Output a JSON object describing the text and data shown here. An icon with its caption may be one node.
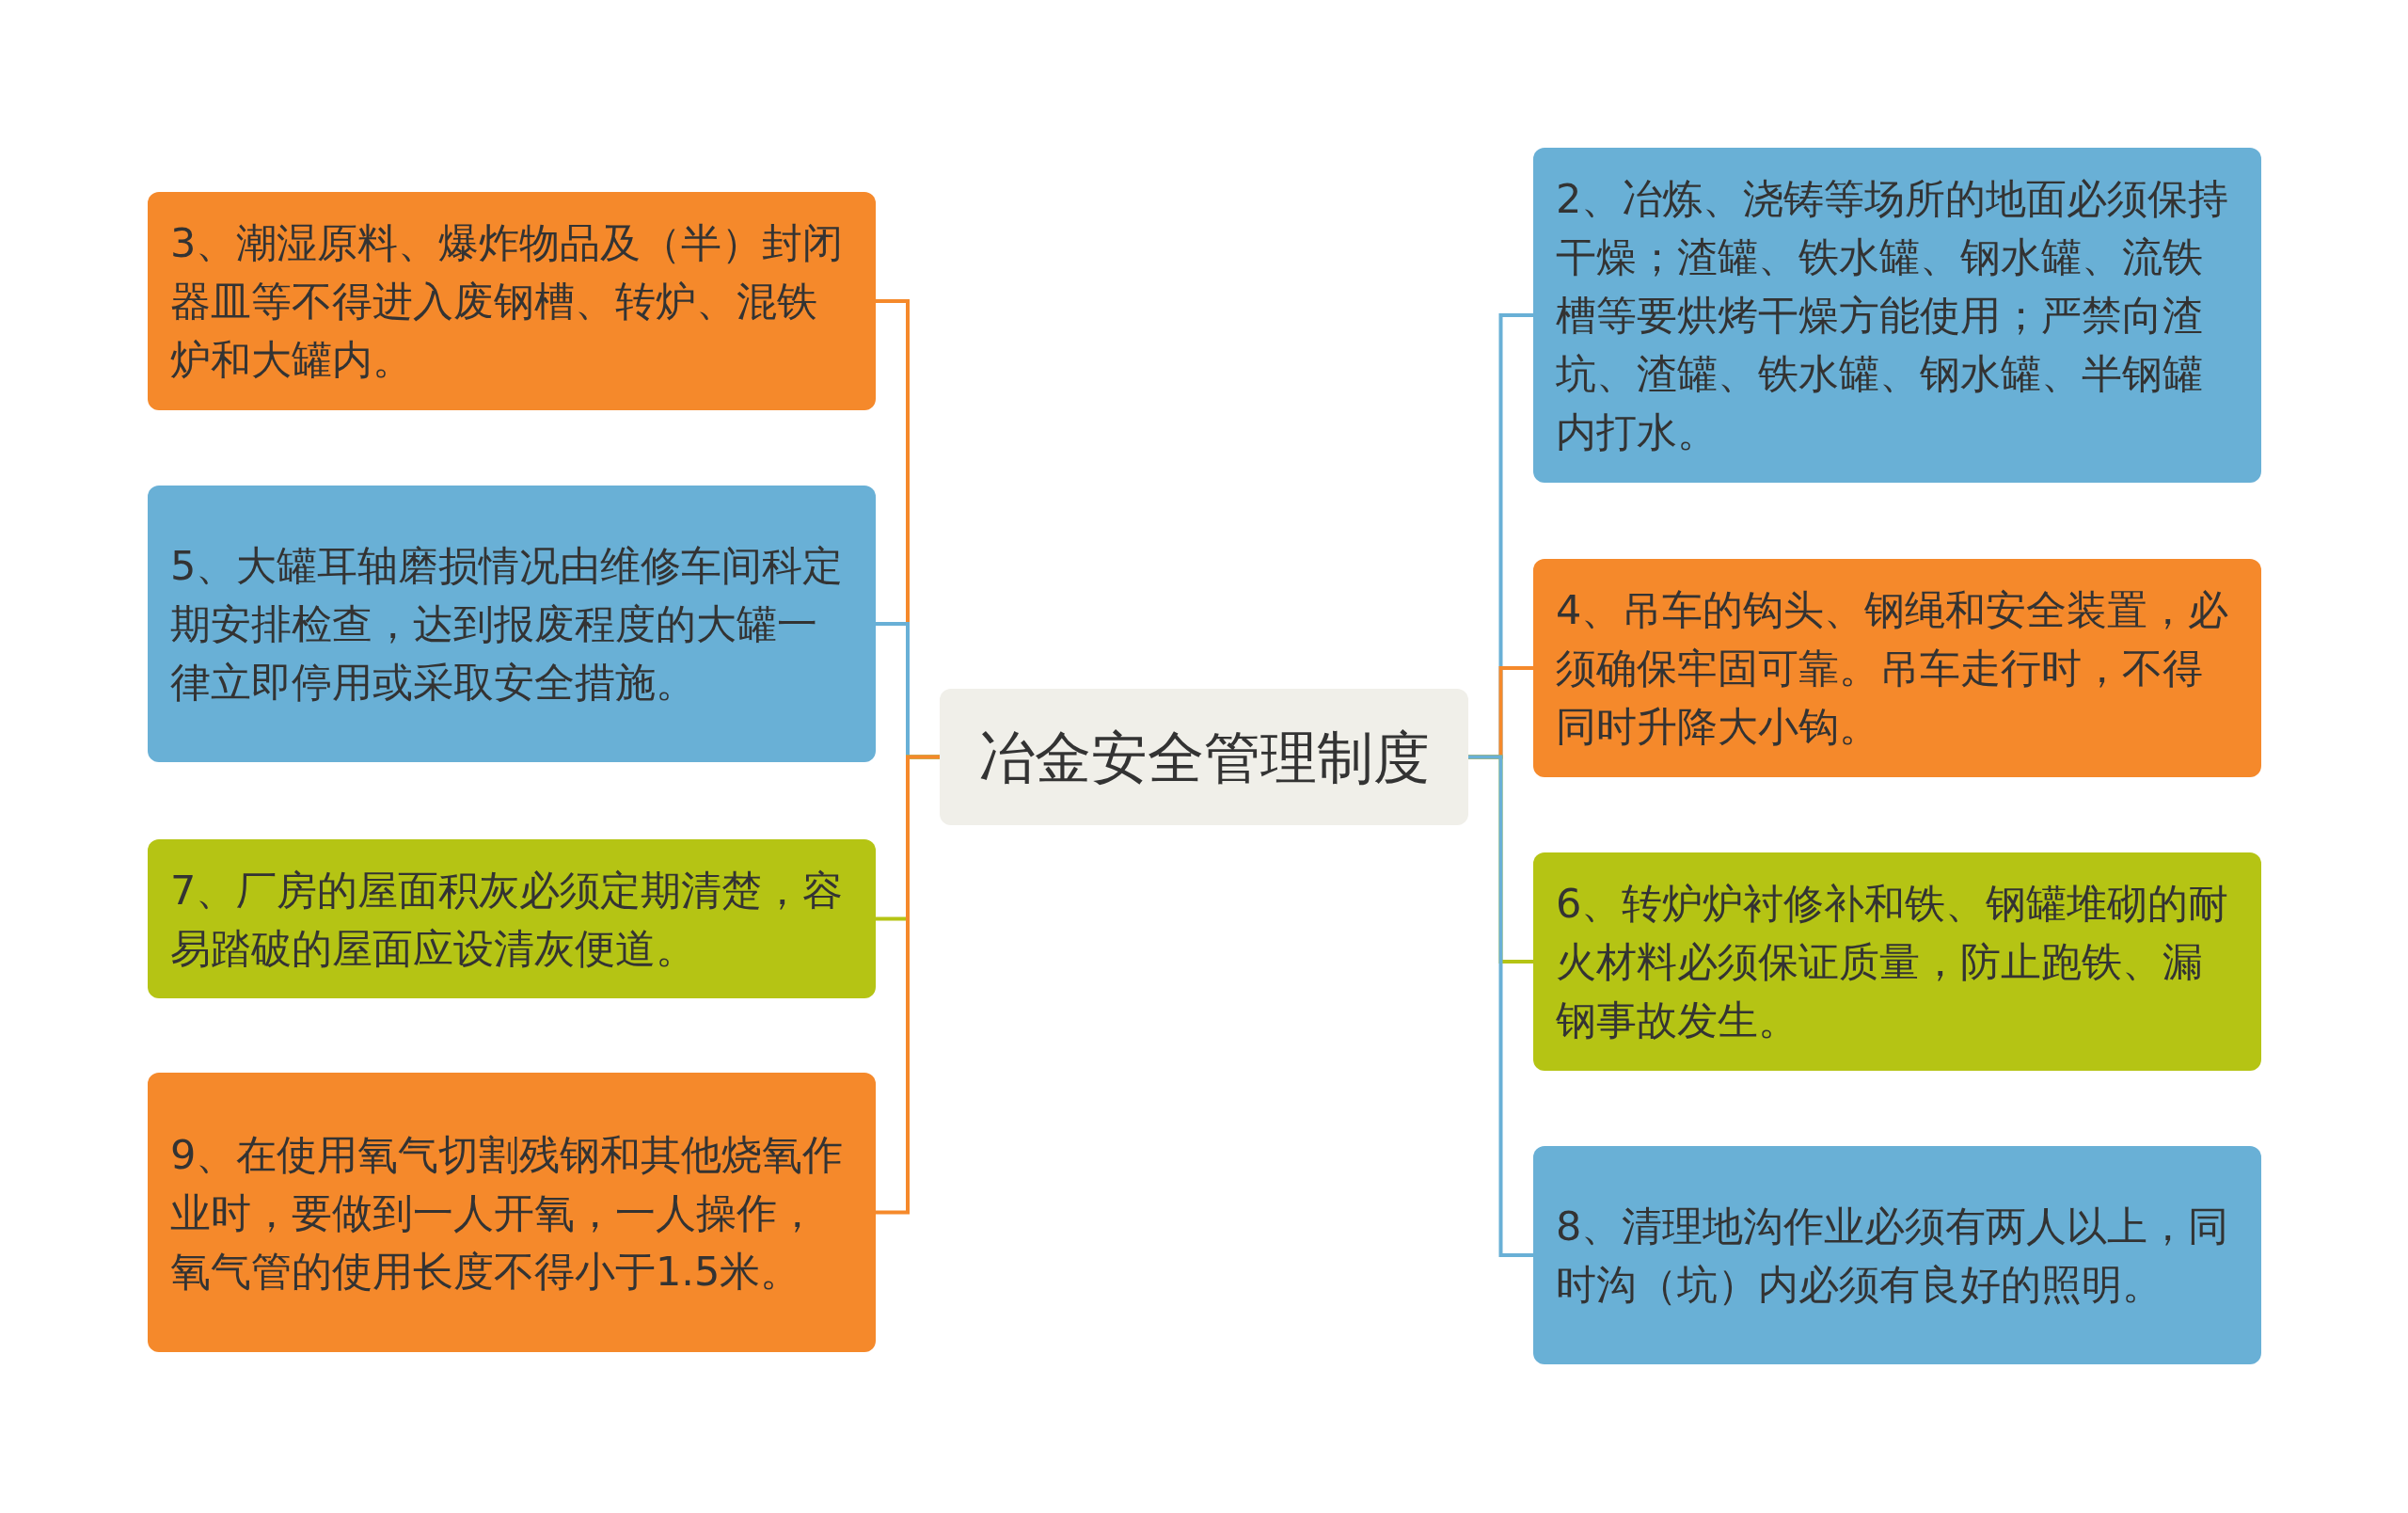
{
  "diagram": {
    "nodes": [
      {
        "text": [
          "冶金安全管理制度"
        ]
      },
      {
        "text": [
          "3、潮湿原料、爆炸物品及（半）封闭器皿等不得进入废钢槽、转炉、混铁炉和大罐内。"
        ]
      },
      {
        "text": [
          "5、大罐耳轴磨损情况由维修车间科定期安排检查，达到报废程度的大罐一律立即停用或采取安全措施。"
        ]
      },
      {
        "text": [
          "7、厂房的屋面积灰必须定期清楚，容易踏破的屋面应设清灰便道。"
        ]
      },
      {
        "text": [
          "9、在使用氧气切割残钢和其他烧氧作业时，要做到一人开氧，一人操作，氧气管的使用长度不得小于1.5米。"
        ]
      },
      {
        "text": [
          "2、冶炼、浇铸等场所的地面必须保持干燥；渣罐、铁水罐、钢水罐、流铁槽等要烘烤干燥方能使用；严禁向渣坑、渣罐、铁水罐、钢水罐、半钢罐内打水。"
        ]
      },
      {
        "text": [
          "4、吊车的钩头、钢绳和安全装置，必须确保牢固可靠。吊车走行时，不得同时升降大小钩。"
        ]
      },
      {
        "text": [
          "6、转炉炉衬修补和铁、钢罐堆砌的耐火材料必须保证质量，防止跑铁、漏钢事故发生。"
        ]
      },
      {
        "text": [
          "8、清理地沟作业必须有两人以上，同时沟（坑）内必须有良好的照明。"
        ]
      }
    ],
    "edges": [
      {
        "from": 0,
        "to": 1,
        "arrow": "none",
        "color": "#f5892b"
      },
      {
        "from": 0,
        "to": 2,
        "arrow": "none",
        "color": "#69b0d6"
      },
      {
        "from": 0,
        "to": 3,
        "arrow": "none",
        "color": "#b5c414"
      },
      {
        "from": 0,
        "to": 4,
        "arrow": "none",
        "color": "#f5892b"
      },
      {
        "from": 0,
        "to": 5,
        "arrow": "none",
        "color": "#69b0d6"
      },
      {
        "from": 0,
        "to": 6,
        "arrow": "none",
        "color": "#f5892b"
      },
      {
        "from": 0,
        "to": 7,
        "arrow": "none",
        "color": "#b5c414"
      },
      {
        "from": 0,
        "to": 8,
        "arrow": "none",
        "color": "#69b0d6"
      }
    ]
  }
}
